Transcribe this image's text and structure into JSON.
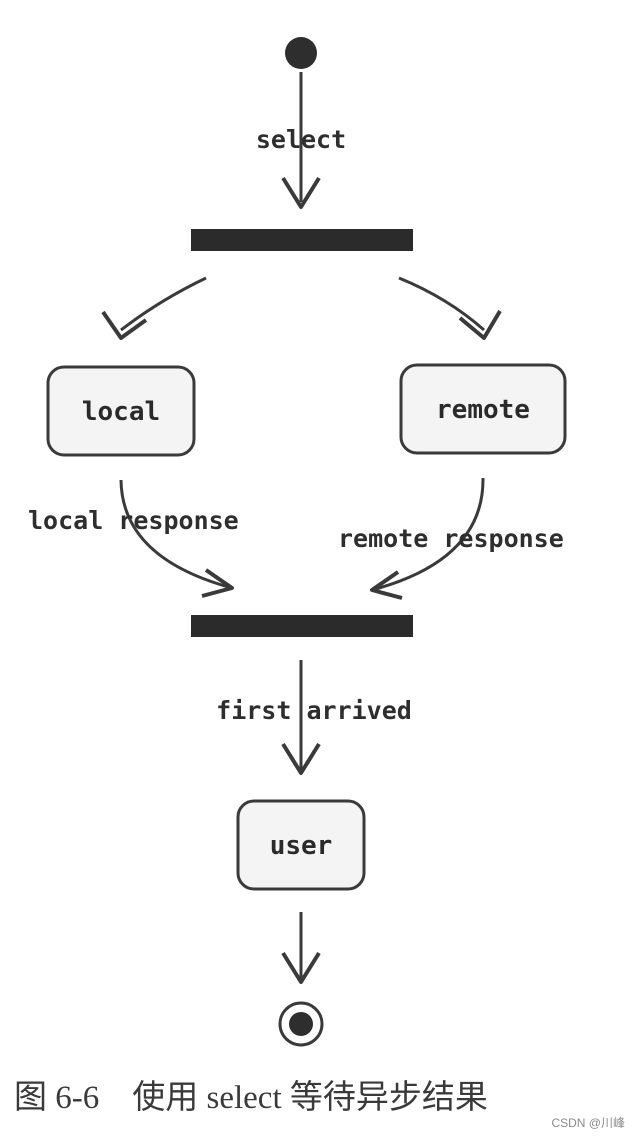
{
  "diagram": {
    "edge_labels": {
      "select": "select",
      "local_response": "local response",
      "remote_response": "remote response",
      "first_arrived": "first arrived"
    },
    "nodes": {
      "local": "local",
      "remote": "remote",
      "user": "user"
    }
  },
  "caption": "图 6-6　使用 select 等待异步结果",
  "watermark": "CSDN @川峰",
  "colors": {
    "ink": "#3a3a3a",
    "bar": "#2b2b2b",
    "node_fill": "#f4f4f4"
  }
}
